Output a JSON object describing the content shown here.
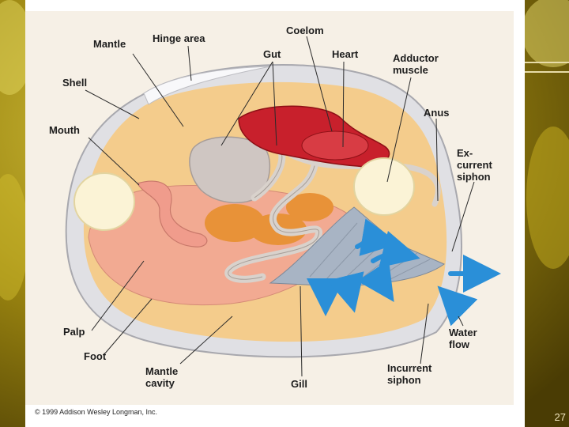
{
  "labels": {
    "mantle": "Mantle",
    "hinge_area": "Hinge area",
    "coelom": "Coelom",
    "gut": "Gut",
    "heart": "Heart",
    "adductor_muscle": "Adductor\nmuscle",
    "shell": "Shell",
    "mouth": "Mouth",
    "anus": "Anus",
    "excurrent_siphon": "Ex-\ncurrent\nsiphon",
    "palp": "Palp",
    "foot": "Foot",
    "mantle_cavity": "Mantle\ncavity",
    "gill": "Gill",
    "incurrent_siphon": "Incurrent\nsiphon",
    "water_flow": "Water\nflow"
  },
  "copyright": "© 1999 Addison Wesley Longman, Inc.",
  "slide_number": "27",
  "colors": {
    "background": "#b8a010",
    "flow_arrow": "#2a8fd8",
    "heart": "#c8202c",
    "gill": "#a8b4c4"
  }
}
